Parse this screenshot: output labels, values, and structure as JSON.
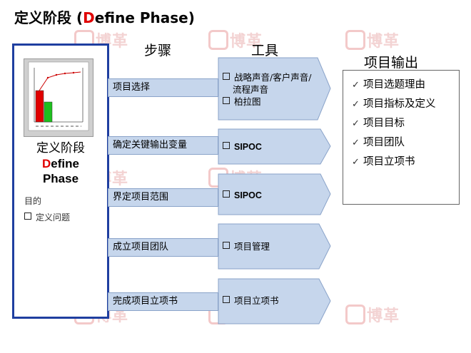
{
  "title": {
    "prefix": "定义阶段 (",
    "highlight": "D",
    "rest": "efine  Phase)"
  },
  "columns": {
    "steps": "步骤",
    "tools": "工具",
    "outputs": "项目输出"
  },
  "left_panel": {
    "phase_cn": "定义阶段",
    "phase_en_highlight": "D",
    "phase_en_rest": "efine",
    "phase_en_line2": "Phase",
    "purpose_label": "目的",
    "purpose_item": "定义问题"
  },
  "steps": [
    {
      "label": "项目选择",
      "tools": [
        "战略声音/客户声音/",
        "流程声音",
        "柏拉图"
      ]
    },
    {
      "label": "确定关键输出变量",
      "tools": [
        "SIPOC"
      ]
    },
    {
      "label": "界定项目范围",
      "tools": [
        "SIPOC"
      ]
    },
    {
      "label": "成立项目团队",
      "tools": [
        "项目管理"
      ]
    },
    {
      "label": "完成项目立项书",
      "tools": [
        "项目立项书"
      ]
    }
  ],
  "outputs": [
    "项目选题理由",
    "项目指标及定义",
    "项目目标",
    "项目团队",
    "项目立项书"
  ],
  "watermark": "博革",
  "colors": {
    "accent_red": "#e00000",
    "panel_border": "#1f3fa0",
    "step_fill": "#c6d6ec",
    "watermark": "#f3d3d3"
  }
}
